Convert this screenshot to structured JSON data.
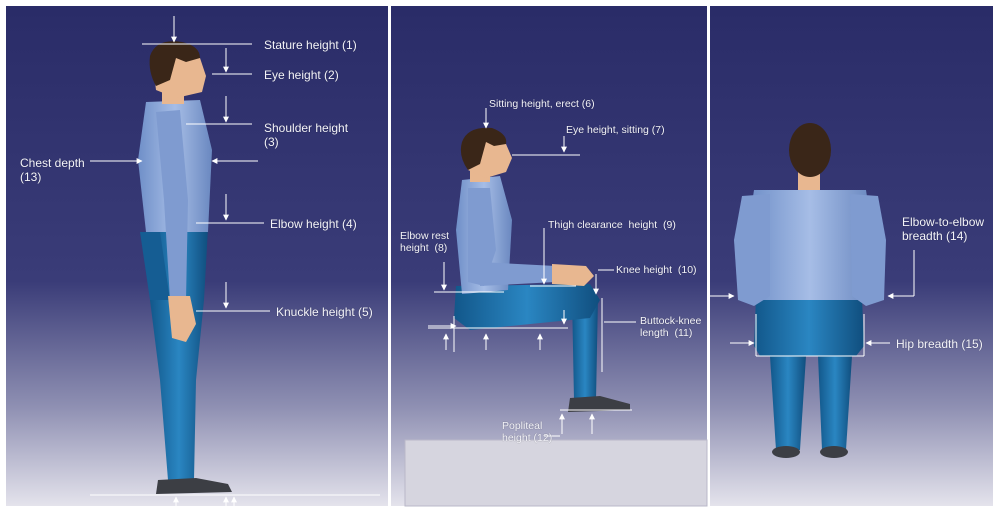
{
  "colors": {
    "background_top": "#2c2e6a",
    "background_bottom": "#e0dfe8",
    "shirt": "#8aa6d6",
    "pants": "#1b6fa6",
    "skin": "#e8b790",
    "hair": "#3a2618",
    "shoes": "#3c3e44",
    "lines": "#ffffff"
  },
  "panels": {
    "standing": {
      "labels": {
        "stature_height": "Stature height (1)",
        "eye_height": "Eye height (2)",
        "shoulder_height": "Shoulder height\n(3)",
        "chest_depth": "Chest depth\n(13)",
        "elbow_height": "Elbow height (4)",
        "knuckle_height": "Knuckle height (5)"
      }
    },
    "sitting": {
      "labels": {
        "sitting_height": "Sitting height, erect (6)",
        "eye_height_sitting": "Eye height, sitting (7)",
        "elbow_rest_height": "Elbow rest\nheight  (8)",
        "thigh_clearance_height": "Thigh clearance  height  (9)",
        "knee_height": "Knee height  (10)",
        "buttock_knee_length": "Buttock-knee\nlength  (11)",
        "popliteal_height": "Popliteal\nheight (12)"
      }
    },
    "back": {
      "labels": {
        "elbow_to_elbow_breadth": "Elbow-to-elbow\nbreadth (14)",
        "hip_breadth": "Hip breadth (15)"
      }
    }
  }
}
